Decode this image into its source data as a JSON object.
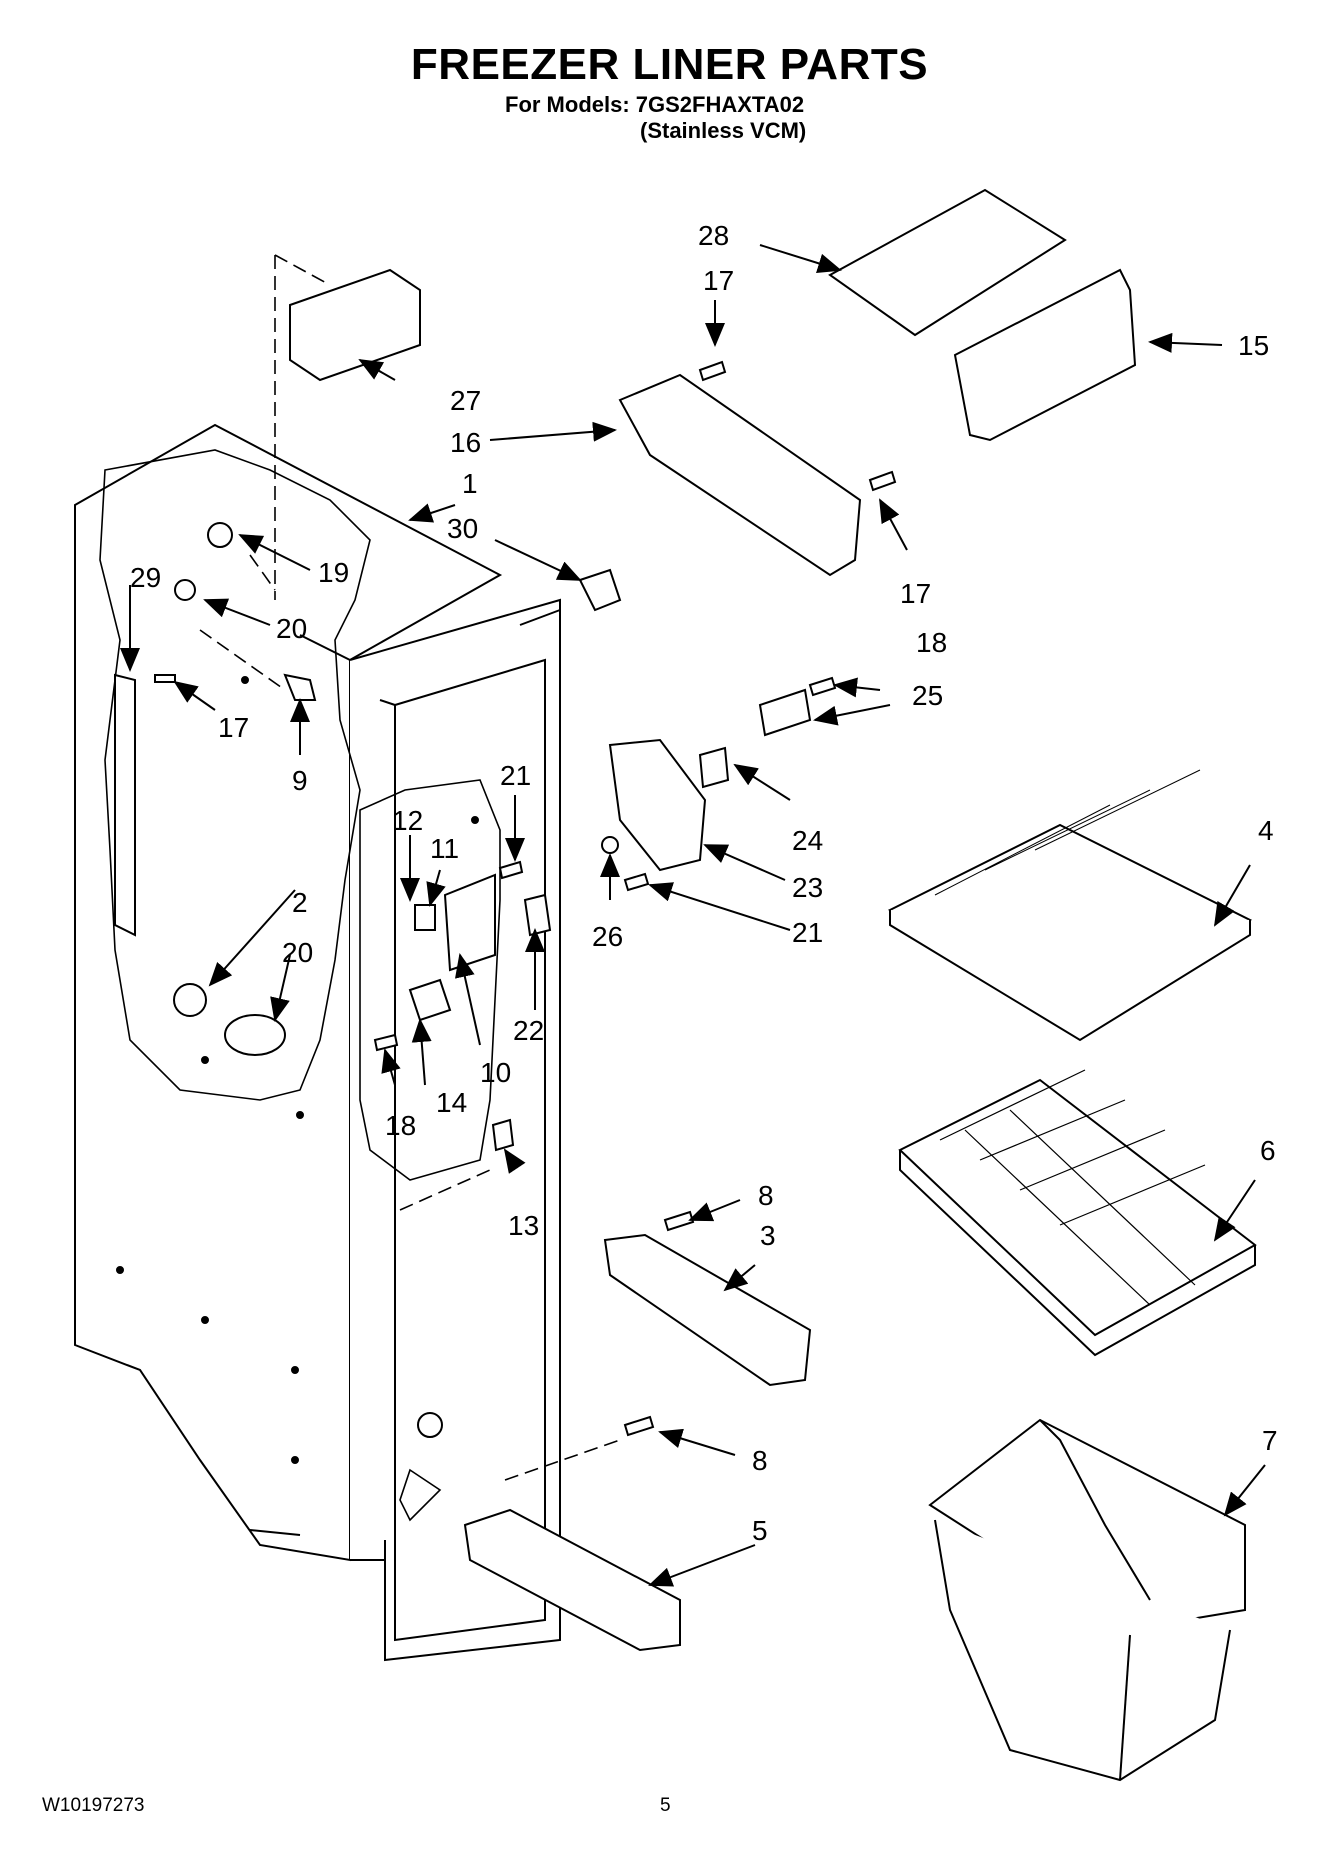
{
  "header": {
    "title": "FREEZER LINER PARTS",
    "models_line1": "For Models: 7GS2FHAXTA02",
    "models_line2": "(Stainless VCM)"
  },
  "footer": {
    "doc_number": "W10197273",
    "page_number": "5"
  },
  "callouts": [
    {
      "id": "c1",
      "label": "1"
    },
    {
      "id": "c2",
      "label": "2"
    },
    {
      "id": "c3",
      "label": "3"
    },
    {
      "id": "c4",
      "label": "4"
    },
    {
      "id": "c5",
      "label": "5"
    },
    {
      "id": "c6",
      "label": "6"
    },
    {
      "id": "c7",
      "label": "7"
    },
    {
      "id": "c8a",
      "label": "8"
    },
    {
      "id": "c8b",
      "label": "8"
    },
    {
      "id": "c9",
      "label": "9"
    },
    {
      "id": "c10",
      "label": "10"
    },
    {
      "id": "c11",
      "label": "11"
    },
    {
      "id": "c12",
      "label": "12"
    },
    {
      "id": "c13",
      "label": "13"
    },
    {
      "id": "c14",
      "label": "14"
    },
    {
      "id": "c15",
      "label": "15"
    },
    {
      "id": "c16",
      "label": "16"
    },
    {
      "id": "c17a",
      "label": "17"
    },
    {
      "id": "c17b",
      "label": "17"
    },
    {
      "id": "c17c",
      "label": "17"
    },
    {
      "id": "c18a",
      "label": "18"
    },
    {
      "id": "c18b",
      "label": "18"
    },
    {
      "id": "c19",
      "label": "19"
    },
    {
      "id": "c20a",
      "label": "20"
    },
    {
      "id": "c20b",
      "label": "20"
    },
    {
      "id": "c21a",
      "label": "21"
    },
    {
      "id": "c21b",
      "label": "21"
    },
    {
      "id": "c22",
      "label": "22"
    },
    {
      "id": "c23",
      "label": "23"
    },
    {
      "id": "c24",
      "label": "24"
    },
    {
      "id": "c25",
      "label": "25"
    },
    {
      "id": "c26",
      "label": "26"
    },
    {
      "id": "c27",
      "label": "27"
    },
    {
      "id": "c28",
      "label": "28"
    },
    {
      "id": "c29",
      "label": "29"
    },
    {
      "id": "c30",
      "label": "30"
    }
  ]
}
